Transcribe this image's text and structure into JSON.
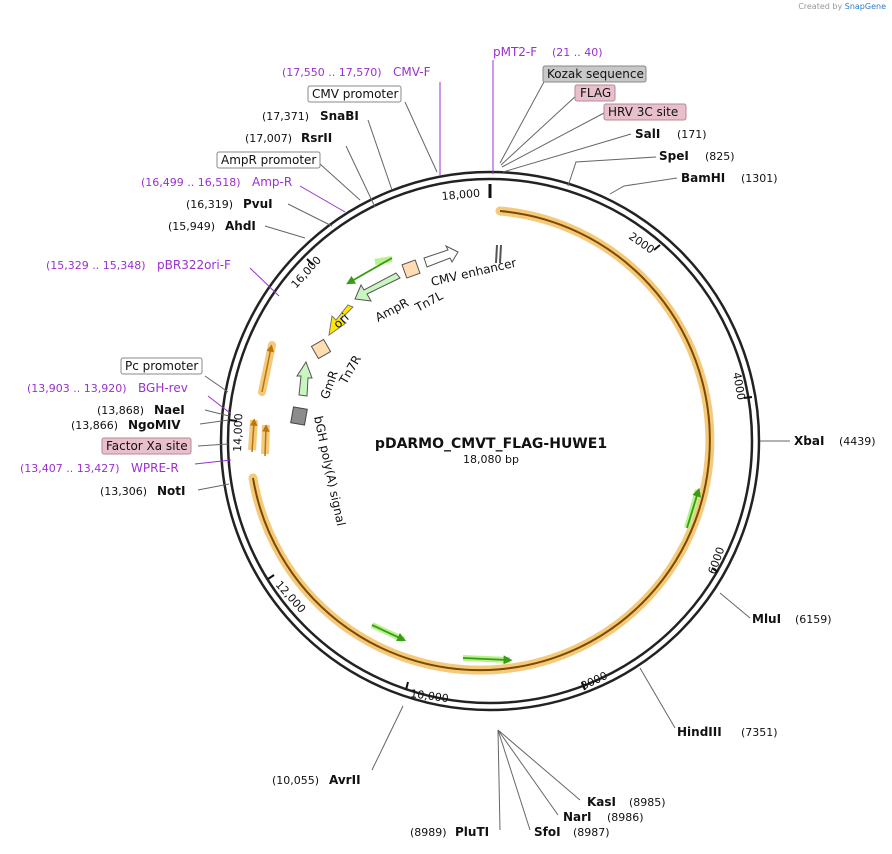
{
  "credit": {
    "prefix": "Created by",
    "brand": "SnapGene"
  },
  "plasmid": {
    "name": "pDARMO_CMVT_FLAG-HUWE1",
    "length": "18,080 bp"
  },
  "ruler": [
    "18,000",
    "2000",
    "4000",
    "6000",
    "8000",
    "10,000",
    "12,000",
    "14,000",
    "16,000"
  ],
  "colors": {
    "primer": "#9b30d0",
    "orf": "#f0b54a",
    "arrow_green": "#3a9b1a",
    "ampR": "#c9f5c0",
    "ori": "#ffe800",
    "tn7": "#ffdcb2",
    "bgh": "#8c8c8c"
  },
  "features": {
    "cmv_enhancer": "CMV enhancer",
    "ampR": "AmpR",
    "ori": "ori",
    "tn7l": "Tn7L",
    "tn7r": "Tn7R",
    "gmr": "GmR",
    "bgh": "bGH poly(A) signal"
  },
  "labels_right": [
    {
      "name": "SalI",
      "pos": "(171)"
    },
    {
      "name": "SpeI",
      "pos": "(825)"
    },
    {
      "name": "BamHI",
      "pos": "(1301)"
    },
    {
      "name": "XbaI",
      "pos": "(4439)"
    },
    {
      "name": "MluI",
      "pos": "(6159)"
    },
    {
      "name": "HindIII",
      "pos": "(7351)"
    },
    {
      "name": "KasI",
      "pos": "(8985)"
    },
    {
      "name": "NarI",
      "pos": "(8986)"
    },
    {
      "name": "SfoI",
      "pos": "(8987)"
    },
    {
      "name": "PluTI",
      "pos": "(8989)"
    }
  ],
  "labels_left": [
    {
      "name": "AvrII",
      "pos": "(10,055)"
    },
    {
      "name": "NotI",
      "pos": "(13,306)"
    },
    {
      "name": "NgoMIV",
      "pos": "(13,866)"
    },
    {
      "name": "NaeI",
      "pos": "(13,868)"
    },
    {
      "name": "AhdI",
      "pos": "(15,949)"
    },
    {
      "name": "PvuI",
      "pos": "(16,319)"
    },
    {
      "name": "RsrII",
      "pos": "(17,007)"
    },
    {
      "name": "SnaBI",
      "pos": "(17,371)"
    }
  ],
  "primers": [
    {
      "name": "pMT2-F",
      "pos": "(21 .. 40)"
    },
    {
      "name": "CMV-F",
      "pos": "(17,550 .. 17,570)"
    },
    {
      "name": "Amp-R",
      "pos": "(16,499 .. 16,518)"
    },
    {
      "name": "pBR322ori-F",
      "pos": "(15,329 .. 15,348)"
    },
    {
      "name": "BGH-rev",
      "pos": "(13,903 .. 13,920)"
    },
    {
      "name": "WPRE-R",
      "pos": "(13,407 .. 13,427)"
    }
  ],
  "boxed": {
    "kozak": "Kozak sequence",
    "flag": "FLAG",
    "hrv": "HRV 3C site",
    "cmv_promoter": "CMV promoter",
    "ampr_promoter": "AmpR promoter",
    "pc_promoter": "Pc promoter",
    "factor_xa": "Factor Xa site"
  }
}
